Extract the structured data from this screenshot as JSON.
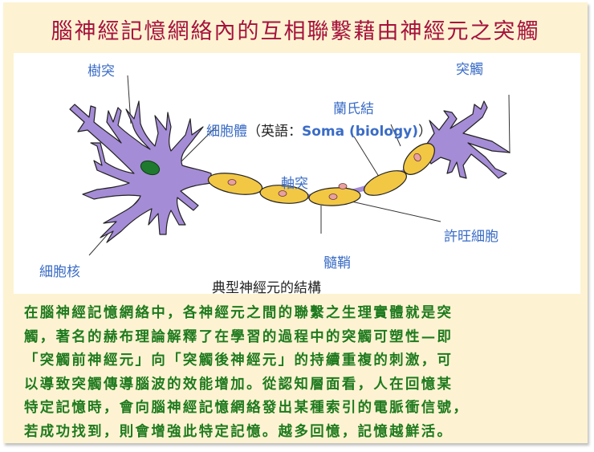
{
  "title": "腦神經記憶網絡內的互相聯繫藉由神經元之突觸",
  "figure": {
    "caption": "典型神經元的結構",
    "labels": {
      "dendrite": "樹突",
      "axon_terminal": "突觸",
      "node_of_ranvier": "蘭氏結",
      "soma": "細胞體",
      "soma_paren_open": "（",
      "soma_english_prefix": "英語：",
      "soma_english_link": "Soma (biology)",
      "soma_paren_close": "）",
      "axon": "軸突",
      "schwann_cell": "許旺細胞",
      "myelin": "髓鞘",
      "nucleus": "細胞核"
    },
    "colors": {
      "neuron_body": "#A58CD6",
      "myelin": "#F2C744",
      "nucleus": "#1E7A2E",
      "schwann_nucleus": "#E8A0A0",
      "label_blue": "#3A6CC6"
    }
  },
  "body": {
    "lines": [
      "在腦神經記憶網絡中，各神經元之間的聯繫之生理實體就是突",
      "觸，著名的赫布理論解釋了在學習的過程中的突觸可塑性—即",
      "「突觸前神經元」向「突觸後神經元」的持續重複的刺激，可",
      "以導致突觸傳導腦波的效能增加。從認知層面看，人在回憶某",
      "特定記憶時，會向腦神經記憶網絡發出某種索引的電脈衝信號，",
      "若成功找到，則會增強此特定記憶。越多回憶，記憶越鮮活。"
    ]
  },
  "colors": {
    "slide_bg": "#FDF3D2",
    "title": "#A5123C",
    "body_text": "#1E7A1E"
  }
}
